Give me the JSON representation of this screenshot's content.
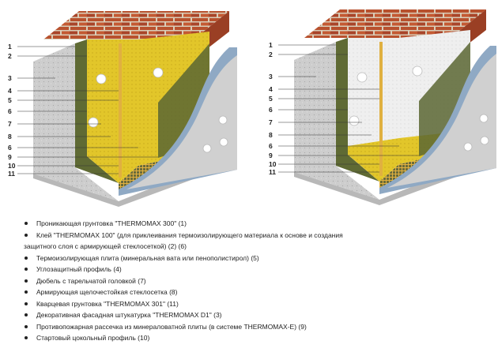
{
  "callouts": [
    "1",
    "2",
    "3",
    "4",
    "5",
    "6",
    "7",
    "8",
    "6",
    "9",
    "10",
    "11"
  ],
  "legend": [
    {
      "text": "Проникающая грунтовка \"THERMOMAX 300\" (1)",
      "bullet": true
    },
    {
      "text": "Клей \"THERMOMAX 100\" (для приклеивания  термоизолирующего материала к основе и создания",
      "bullet": true
    },
    {
      "text": "защитного слоя  с армирующей стеклосеткой) (2) (6)",
      "bullet": false
    },
    {
      "text": "Термоизолирующая плита (минеральная вата или пенополистирол) (5)",
      "bullet": true
    },
    {
      "text": " Углозащитный профиль (4)",
      "bullet": true
    },
    {
      "text": "Дюбель с тарельчатой головкой (7)",
      "bullet": true
    },
    {
      "text": "Армирующая щелочестойкая стеклосетка (8)",
      "bullet": true
    },
    {
      "text": "Кварцевая грунтовка \"THERMOMAX 301\" (11)",
      "bullet": true
    },
    {
      "text": "Декоративная фасадная штукатурка \"THERMOMAX D1\" (3)",
      "bullet": true
    },
    {
      "text": "Противопожарная рассечка из минераловатной плиты (в системе THERMOMAX-E) (9)",
      "bullet": true
    },
    {
      "text": "Стартовый цокольный профиль (10)",
      "bullet": true
    }
  ],
  "colors": {
    "brick": "#b8512e",
    "mortar": "#d9cdb8",
    "concrete": "#cfcfcf",
    "mineral_wool": "#e2c62a",
    "eps": "#eeeeee",
    "adhesive": "#5f6a34",
    "mesh": "#d8a93a",
    "plaster": "#8fa9c4"
  }
}
